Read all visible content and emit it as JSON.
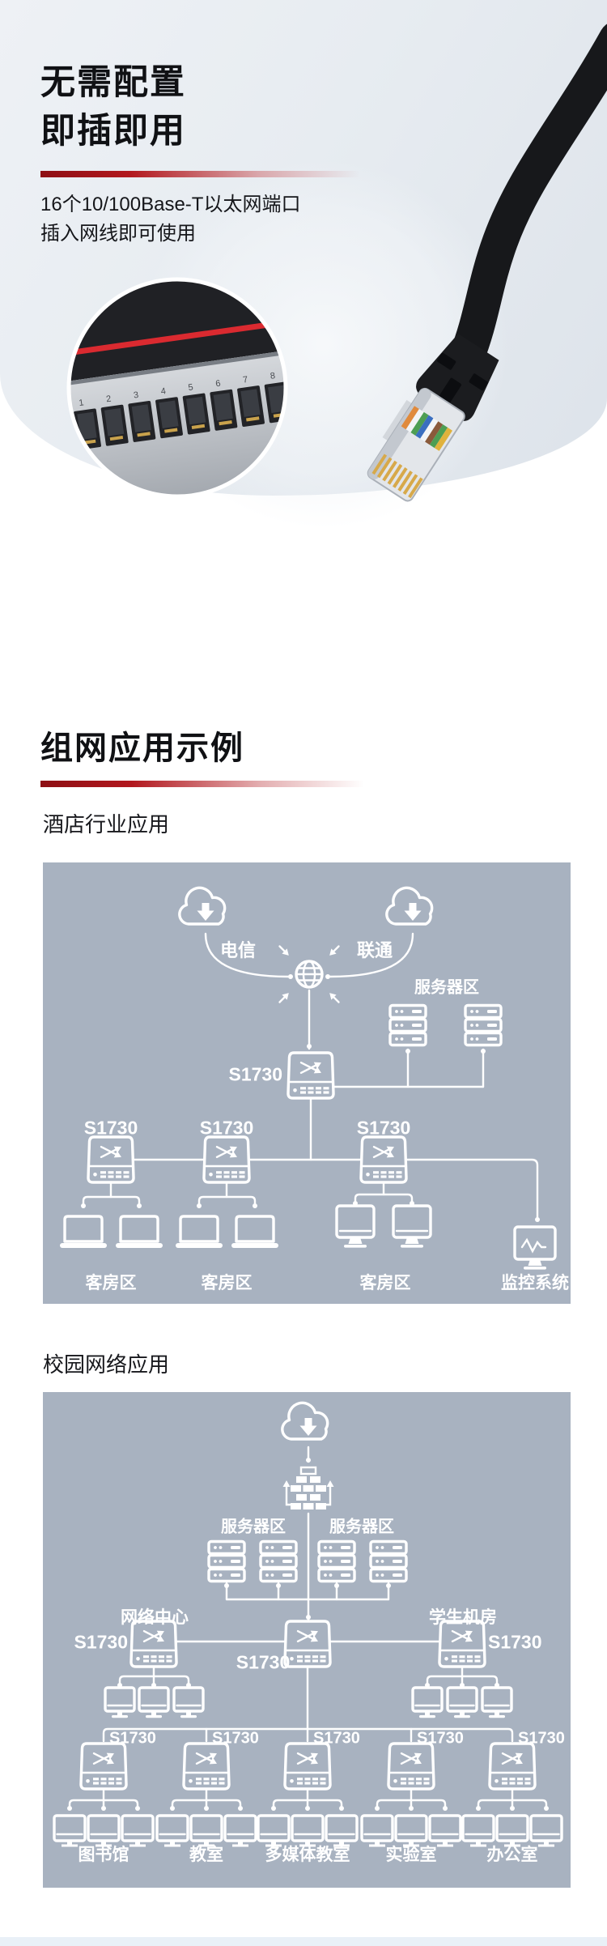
{
  "hero": {
    "title_line1": "无需配置",
    "title_line2": "即插即用",
    "desc_line1": "16个10/100Base-T以太网端口",
    "desc_line2": "插入网线即可使用",
    "port_numbers": "12345678"
  },
  "section": {
    "title": "组网应用示例",
    "hotel_subtitle": "酒店行业应用",
    "campus_subtitle": "校园网络应用"
  },
  "hotel": {
    "carriers": [
      "电信",
      "联通"
    ],
    "server_area": "服务器区",
    "core_switch": "S1730",
    "access": [
      "S1730",
      "S1730",
      "S1730"
    ],
    "zones": [
      "客房区",
      "客房区",
      "客房区",
      "监控系统"
    ]
  },
  "campus": {
    "server_areas": [
      "服务器区",
      "服务器区"
    ],
    "rooms": [
      "网络中心",
      "学生机房"
    ],
    "agg": [
      "S1730",
      "S1730",
      "S1730"
    ],
    "access": [
      "S1730",
      "S1730",
      "S1730",
      "S1730",
      "S1730"
    ],
    "zones": [
      "图书馆",
      "教室",
      "多媒体教室",
      "实验室",
      "办公室"
    ]
  },
  "colors": {
    "panel_bg": "#a8b2c0",
    "accent_red": "#b2181e",
    "icon_white": "#ffffff"
  }
}
